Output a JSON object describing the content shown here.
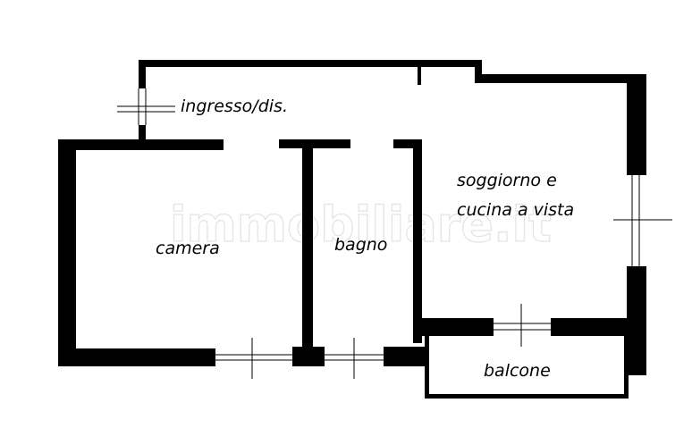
{
  "rooms": {
    "entrance": "ingresso/dis.",
    "bedroom": "camera",
    "bathroom": "bagno",
    "living_line1": "soggiorno e",
    "living_line2": "cucina a vista",
    "balcony": "balcone"
  },
  "watermark": "immobiliare.it"
}
